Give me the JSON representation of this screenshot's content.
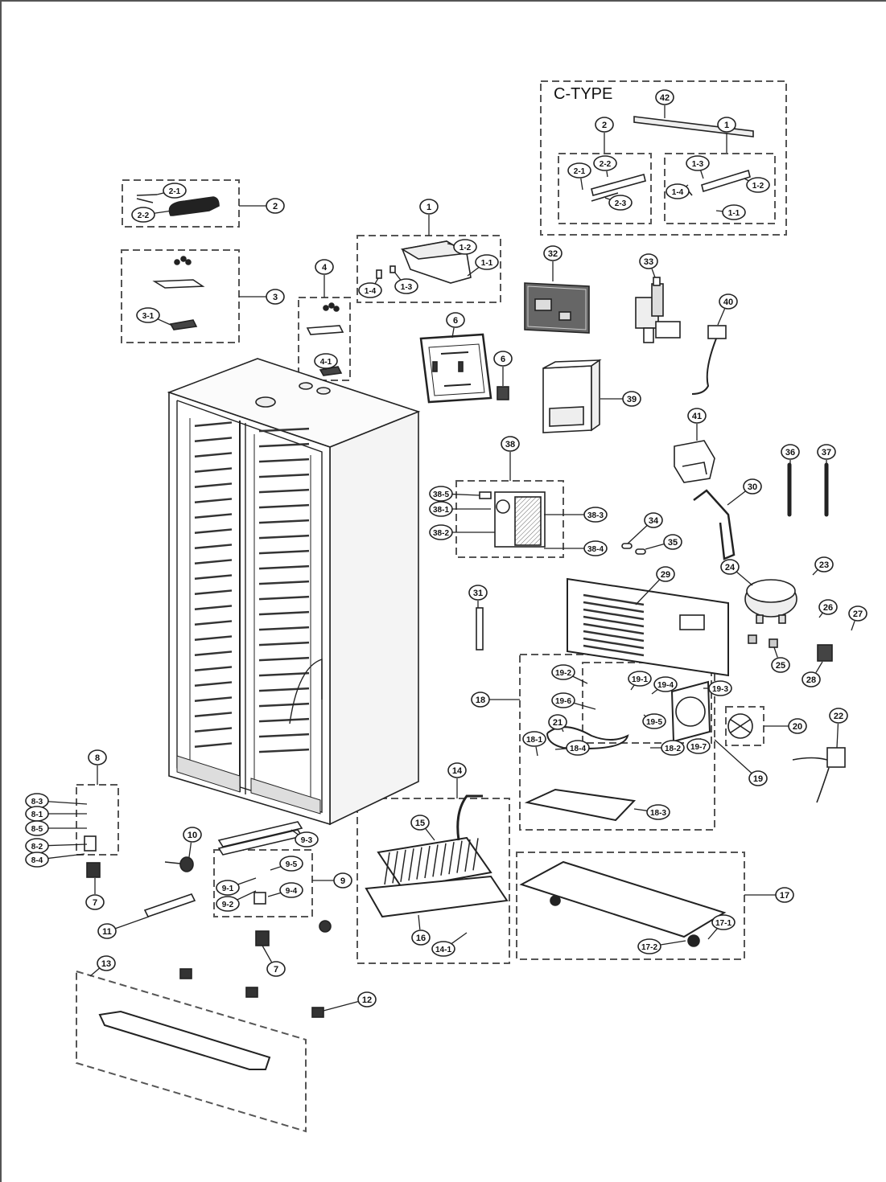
{
  "variant_label": "C-TYPE",
  "callouts": [
    {
      "id": "c-ctype-42",
      "label": "42"
    },
    {
      "id": "c-ctype-2",
      "label": "2"
    },
    {
      "id": "c-ctype-1",
      "label": "1"
    },
    {
      "id": "c-ctype-2-1",
      "label": "2-1"
    },
    {
      "id": "c-ctype-2-2",
      "label": "2-2"
    },
    {
      "id": "c-ctype-2-3",
      "label": "2-3"
    },
    {
      "id": "c-ctype-1-3",
      "label": "1-3"
    },
    {
      "id": "c-ctype-1-2",
      "label": "1-2"
    },
    {
      "id": "c-ctype-1-4",
      "label": "1-4"
    },
    {
      "id": "c-ctype-1-1",
      "label": "1-1"
    },
    {
      "id": "c-2-1",
      "label": "2-1"
    },
    {
      "id": "c-2-2",
      "label": "2-2"
    },
    {
      "id": "c-2",
      "label": "2"
    },
    {
      "id": "c-3",
      "label": "3"
    },
    {
      "id": "c-3-1",
      "label": "3-1"
    },
    {
      "id": "c-4",
      "label": "4"
    },
    {
      "id": "c-4-1",
      "label": "4-1"
    },
    {
      "id": "c-1",
      "label": "1"
    },
    {
      "id": "c-1-2",
      "label": "1-2"
    },
    {
      "id": "c-1-1",
      "label": "1-1"
    },
    {
      "id": "c-1-4",
      "label": "1-4"
    },
    {
      "id": "c-1-3",
      "label": "1-3"
    },
    {
      "id": "c-32",
      "label": "32"
    },
    {
      "id": "c-33",
      "label": "33"
    },
    {
      "id": "c-40",
      "label": "40"
    },
    {
      "id": "c-6a",
      "label": "6"
    },
    {
      "id": "c-6b",
      "label": "6"
    },
    {
      "id": "c-39",
      "label": "39"
    },
    {
      "id": "c-41",
      "label": "41"
    },
    {
      "id": "c-38",
      "label": "38"
    },
    {
      "id": "c-38-5",
      "label": "38-5"
    },
    {
      "id": "c-38-1",
      "label": "38-1"
    },
    {
      "id": "c-38-2",
      "label": "38-2"
    },
    {
      "id": "c-38-3",
      "label": "38-3"
    },
    {
      "id": "c-38-4",
      "label": "38-4"
    },
    {
      "id": "c-36",
      "label": "36"
    },
    {
      "id": "c-37",
      "label": "37"
    },
    {
      "id": "c-30",
      "label": "30"
    },
    {
      "id": "c-34",
      "label": "34"
    },
    {
      "id": "c-35",
      "label": "35"
    },
    {
      "id": "c-29",
      "label": "29"
    },
    {
      "id": "c-24",
      "label": "24"
    },
    {
      "id": "c-23",
      "label": "23"
    },
    {
      "id": "c-26",
      "label": "26"
    },
    {
      "id": "c-27",
      "label": "27"
    },
    {
      "id": "c-25",
      "label": "25"
    },
    {
      "id": "c-28",
      "label": "28"
    },
    {
      "id": "c-31",
      "label": "31"
    },
    {
      "id": "c-18",
      "label": "18"
    },
    {
      "id": "c-19-2",
      "label": "19-2"
    },
    {
      "id": "c-19-1",
      "label": "19-1"
    },
    {
      "id": "c-19-4",
      "label": "19-4"
    },
    {
      "id": "c-19-3",
      "label": "19-3"
    },
    {
      "id": "c-19-6",
      "label": "19-6"
    },
    {
      "id": "c-19-5",
      "label": "19-5"
    },
    {
      "id": "c-19-7",
      "label": "19-7"
    },
    {
      "id": "c-19",
      "label": "19"
    },
    {
      "id": "c-20",
      "label": "20"
    },
    {
      "id": "c-22",
      "label": "22"
    },
    {
      "id": "c-21",
      "label": "21"
    },
    {
      "id": "c-18-1",
      "label": "18-1"
    },
    {
      "id": "c-18-4",
      "label": "18-4"
    },
    {
      "id": "c-18-2",
      "label": "18-2"
    },
    {
      "id": "c-18-3",
      "label": "18-3"
    },
    {
      "id": "c-14",
      "label": "14"
    },
    {
      "id": "c-15",
      "label": "15"
    },
    {
      "id": "c-16",
      "label": "16"
    },
    {
      "id": "c-14-1",
      "label": "14-1"
    },
    {
      "id": "c-17",
      "label": "17"
    },
    {
      "id": "c-17-1",
      "label": "17-1"
    },
    {
      "id": "c-17-2",
      "label": "17-2"
    },
    {
      "id": "c-8",
      "label": "8"
    },
    {
      "id": "c-8-3",
      "label": "8-3"
    },
    {
      "id": "c-8-1",
      "label": "8-1"
    },
    {
      "id": "c-8-5",
      "label": "8-5"
    },
    {
      "id": "c-8-2",
      "label": "8-2"
    },
    {
      "id": "c-8-4",
      "label": "8-4"
    },
    {
      "id": "c-7a",
      "label": "7"
    },
    {
      "id": "c-10",
      "label": "10"
    },
    {
      "id": "c-9-3",
      "label": "9-3"
    },
    {
      "id": "c-9-5",
      "label": "9-5"
    },
    {
      "id": "c-9-1",
      "label": "9-1"
    },
    {
      "id": "c-9",
      "label": "9"
    },
    {
      "id": "c-9-2",
      "label": "9-2"
    },
    {
      "id": "c-9-4",
      "label": "9-4"
    },
    {
      "id": "c-11",
      "label": "11"
    },
    {
      "id": "c-7b",
      "label": "7"
    },
    {
      "id": "c-13",
      "label": "13"
    },
    {
      "id": "c-12",
      "label": "12"
    }
  ]
}
